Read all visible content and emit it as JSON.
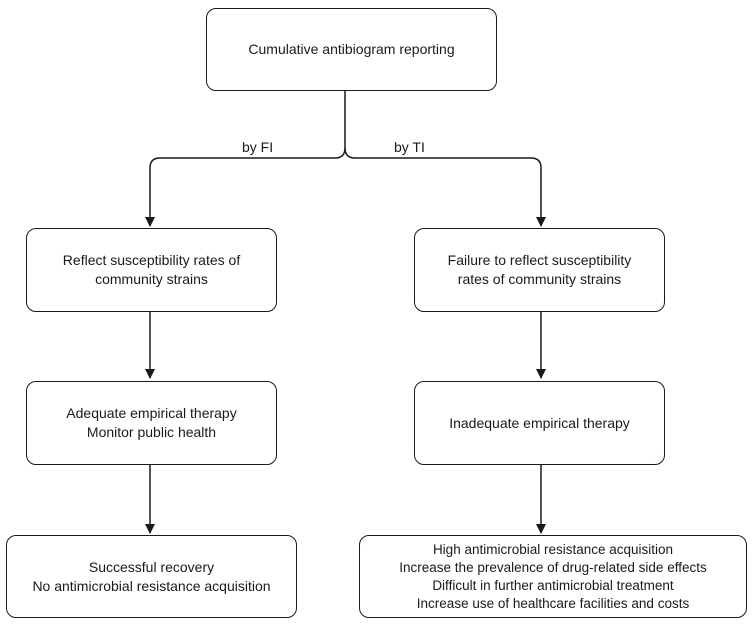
{
  "nodes": {
    "root": {
      "lines": [
        "Cumulative antibiogram reporting"
      ]
    },
    "left_1": {
      "lines": [
        "Reflect susceptibility rates of",
        "community strains"
      ]
    },
    "right_1": {
      "lines": [
        "Failure to reflect susceptibility",
        "rates of community strains"
      ]
    },
    "left_2": {
      "lines": [
        "Adequate empirical therapy",
        "Monitor public health"
      ]
    },
    "right_2": {
      "lines": [
        "Inadequate empirical therapy"
      ]
    },
    "left_3": {
      "lines": [
        "Successful recovery",
        "No antimicrobial resistance acquisition"
      ]
    },
    "right_3": {
      "lines": [
        "High antimicrobial resistance acquisition",
        "Increase the prevalence of drug-related side effects",
        "Difficult in further antimicrobial treatment",
        "Increase use of healthcare facilities and costs"
      ]
    }
  },
  "edges": {
    "left_label": "by FI",
    "right_label": "by TI"
  }
}
